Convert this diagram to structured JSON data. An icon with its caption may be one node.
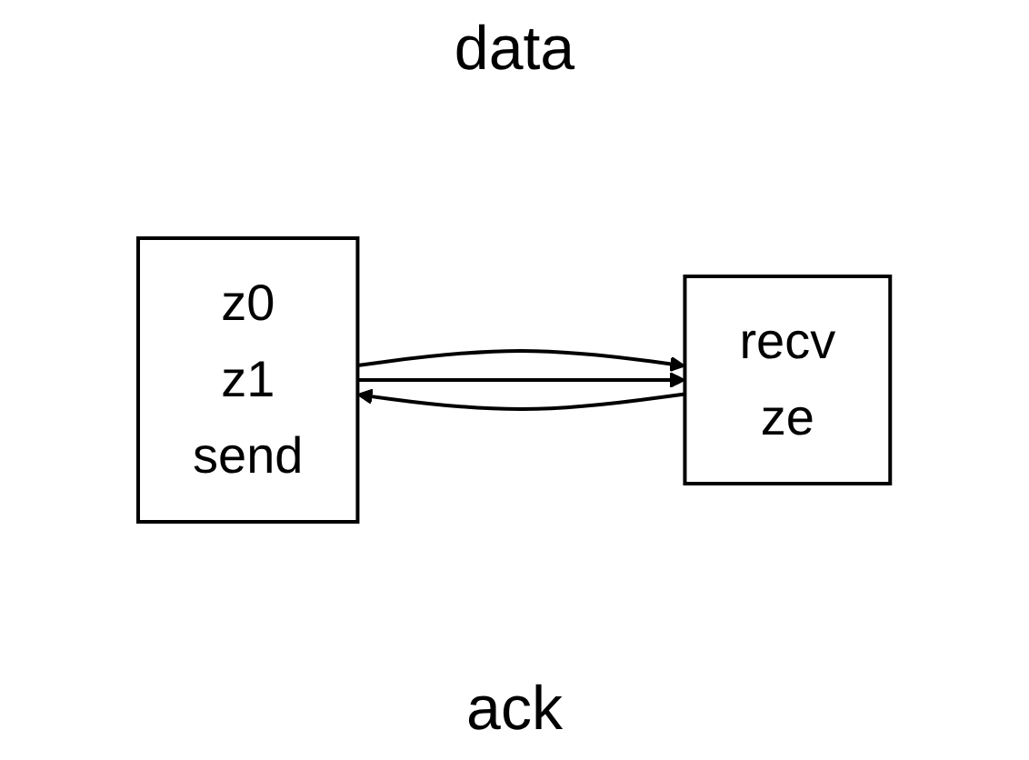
{
  "diagram": {
    "nodes": [
      {
        "text": [
          "z0",
          "z1",
          "send"
        ]
      },
      {
        "text": [
          "recv",
          "ze"
        ]
      }
    ],
    "edges": [
      {
        "from": 0,
        "to": 1,
        "arrow": "to"
      },
      {
        "from": 0,
        "to": 1,
        "arrow": "to"
      },
      {
        "from": 1,
        "to": 0,
        "arrow": "to"
      }
    ],
    "labels": [
      "data",
      "ack"
    ]
  }
}
